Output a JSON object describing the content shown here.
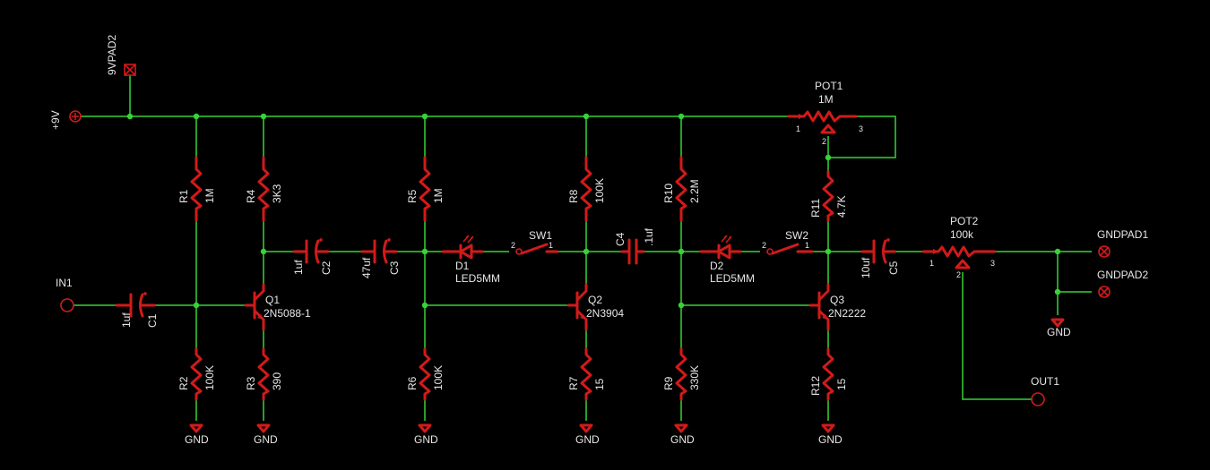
{
  "components": {
    "PAD_9V": {
      "name": "9VPAD2"
    },
    "SUPPLY": {
      "name": "+9V"
    },
    "IN": {
      "name": "IN1"
    },
    "OUT": {
      "name": "OUT1"
    },
    "GNDPAD1": {
      "name": "GNDPAD1"
    },
    "GNDPAD2": {
      "name": "GNDPAD2"
    },
    "R1": {
      "name": "R1",
      "value": "1M"
    },
    "R2": {
      "name": "R2",
      "value": "100K"
    },
    "R3": {
      "name": "R3",
      "value": "390"
    },
    "R4": {
      "name": "R4",
      "value": "3K3"
    },
    "R5": {
      "name": "R5",
      "value": "1M"
    },
    "R6": {
      "name": "R6",
      "value": "100K"
    },
    "R7": {
      "name": "R7",
      "value": "15"
    },
    "R8": {
      "name": "R8",
      "value": "100K"
    },
    "R9": {
      "name": "R9",
      "value": "330K"
    },
    "R10": {
      "name": "R10",
      "value": "2.2M"
    },
    "R11": {
      "name": "R11",
      "value": "4.7K"
    },
    "R12": {
      "name": "R12",
      "value": "15"
    },
    "C1": {
      "name": "C1",
      "value": "1uf"
    },
    "C2": {
      "name": "C2",
      "value": "1uf"
    },
    "C3": {
      "name": "C3",
      "value": "47uf"
    },
    "C4": {
      "name": "C4",
      "value": ".1uf"
    },
    "C5": {
      "name": "C5",
      "value": "10uf"
    },
    "Q1": {
      "name": "Q1",
      "value": "2N5088-1"
    },
    "Q2": {
      "name": "Q2",
      "value": "2N3904"
    },
    "Q3": {
      "name": "Q3",
      "value": "2N2222"
    },
    "D1": {
      "name": "D1",
      "value": "LED5MM"
    },
    "D2": {
      "name": "D2",
      "value": "LED5MM"
    },
    "SW1": {
      "name": "SW1"
    },
    "SW2": {
      "name": "SW2"
    },
    "POT1": {
      "name": "POT1",
      "value": "1M"
    },
    "POT2": {
      "name": "POT2",
      "value": "100k"
    }
  },
  "pins": {
    "one": "1",
    "two": "2",
    "three": "3"
  },
  "ground_label": "GND"
}
